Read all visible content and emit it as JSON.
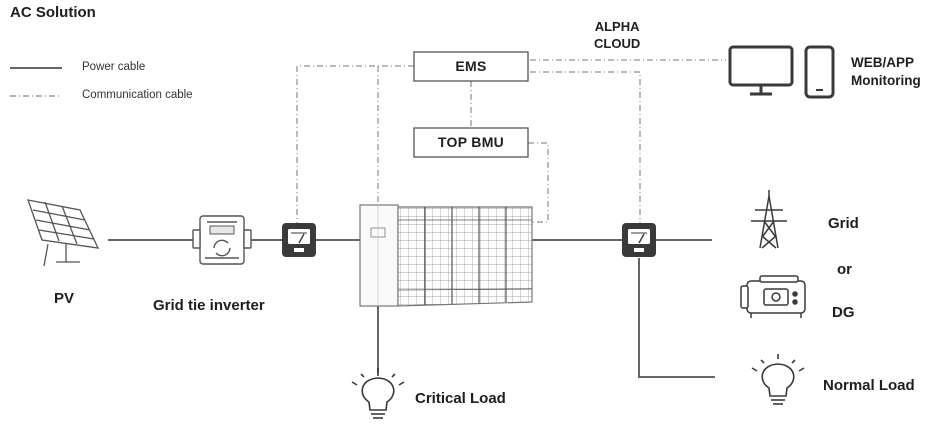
{
  "title": "AC Solution",
  "legend": {
    "power_cable": "Power cable",
    "communication_cable": "Communication cable"
  },
  "nodes": {
    "ems": "EMS",
    "top_bmu": "TOP BMU",
    "cloud": "ALPHA\nCLOUD",
    "monitoring": "WEB/APP\nMonitoring",
    "pv": "PV",
    "inverter": "Grid tie inverter",
    "grid": "Grid",
    "or": "or",
    "dg": "DG",
    "critical_load": "Critical Load",
    "normal_load": "Normal Load"
  },
  "icons": {
    "pv": "solar-panel-icon",
    "inverter": "inverter-icon",
    "meter": "meter-icon",
    "battery": "battery-cabinet-icon",
    "monitor": "monitor-icon",
    "phone": "phone-icon",
    "tower": "transmission-tower-icon",
    "generator": "generator-icon",
    "bulb": "light-bulb-icon"
  },
  "colors": {
    "line": "#666666",
    "meter_fill": "#3a3a3a",
    "box_stroke": "#555555"
  }
}
